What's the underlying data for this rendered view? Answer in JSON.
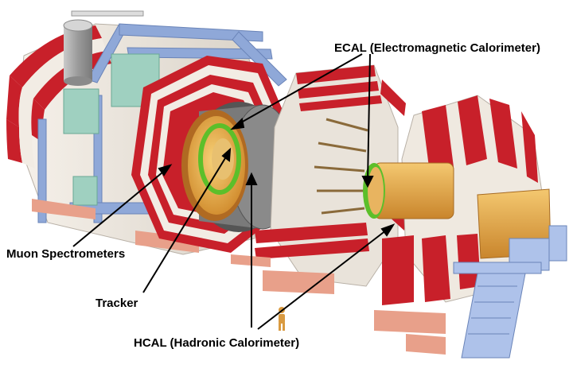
{
  "labels": {
    "ecal": "ECAL (Electromagnetic Calorimeter)",
    "muon": "Muon Spectrometers",
    "tracker": "Tracker",
    "hcal": "HCAL (Hadronic Calorimeter)"
  },
  "colors": {
    "background": "#ffffff",
    "return_yoke_red": "#c8202a",
    "yoke_white": "#f2ece4",
    "hcal_orange": "#e8a640",
    "ecal_green": "#5cbf2a",
    "support_blue": "#8fa8d8",
    "cooling_teal": "#9fd0c0",
    "cryostat_grey": "#9a9a9a",
    "feet_pink": "#e8a08a",
    "human_figure": "#d99a40"
  },
  "icons": {
    "human_scale_figure": "person-silhouette-icon"
  }
}
